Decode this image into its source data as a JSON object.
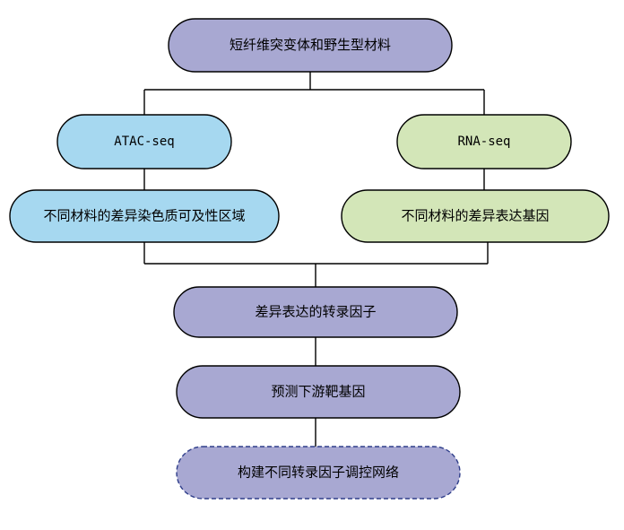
{
  "diagram": {
    "nodes": {
      "top": "短纤维突变体和野生型材料",
      "atac": "ATAC-seq",
      "rna": "RNA-seq",
      "atac_result": "不同材料的差异染色质可及性区域",
      "rna_result": "不同材料的差异表达基因",
      "tf": "差异表达的转录因子",
      "targets": "预测下游靶基因",
      "network": "构建不同转录因子调控网络"
    },
    "colors": {
      "purple": "#a8a8d2",
      "blue": "#a6d8f0",
      "green": "#d3e6b8",
      "stroke": "#000000",
      "network_stroke": "#2f3e8a"
    }
  }
}
